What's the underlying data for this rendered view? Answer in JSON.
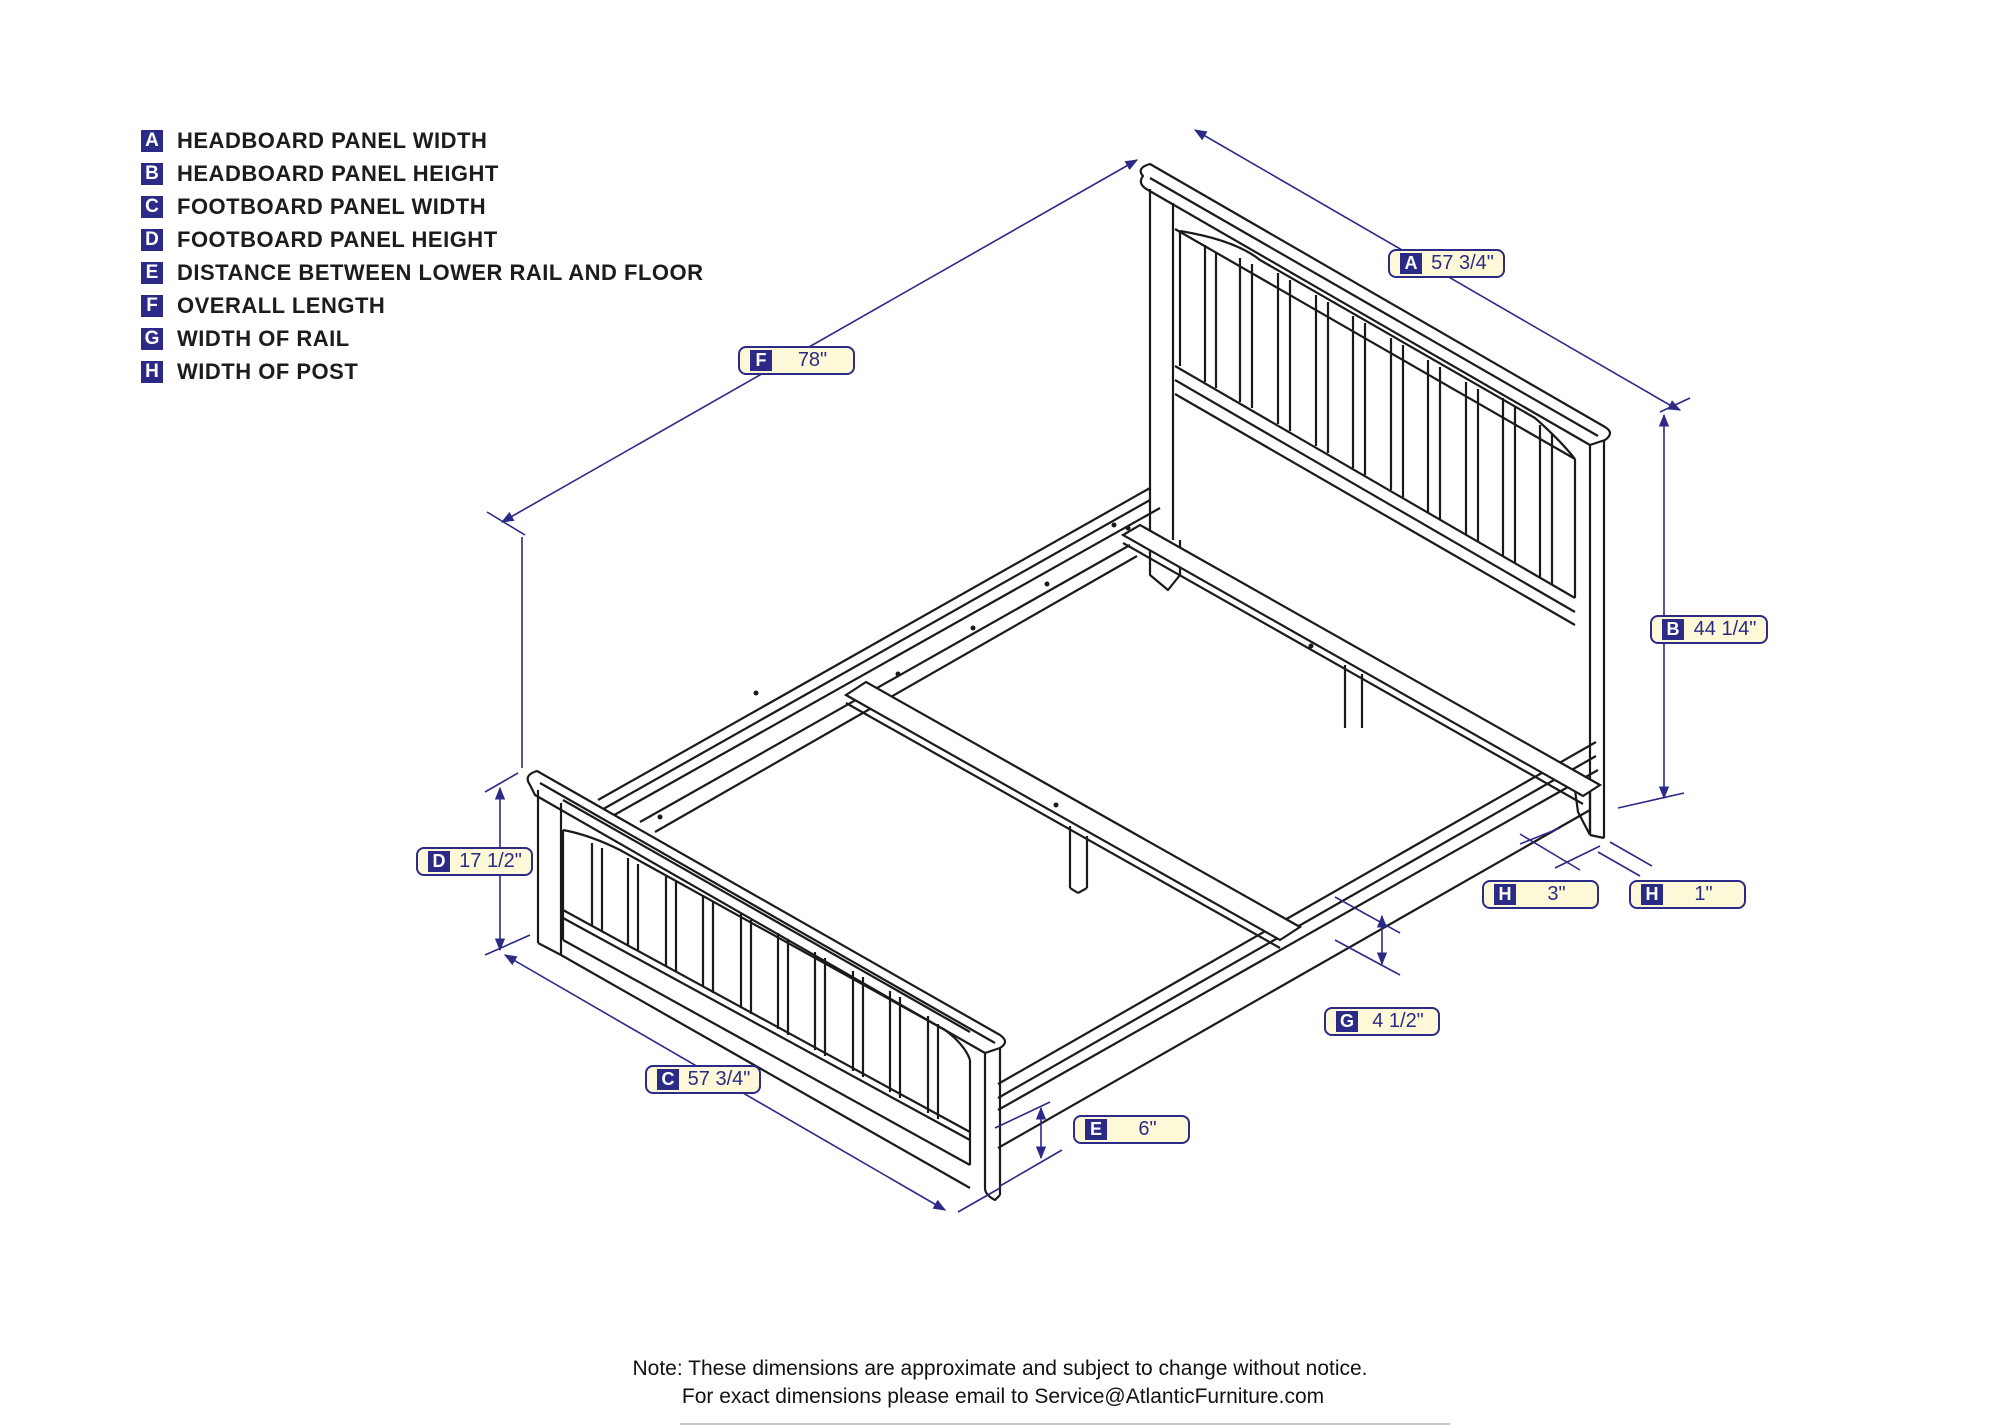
{
  "legend": {
    "items": [
      {
        "key": "A",
        "label": "HEADBOARD PANEL WIDTH"
      },
      {
        "key": "B",
        "label": "HEADBOARD PANEL HEIGHT"
      },
      {
        "key": "C",
        "label": "FOOTBOARD PANEL WIDTH"
      },
      {
        "key": "D",
        "label": "FOOTBOARD PANEL HEIGHT"
      },
      {
        "key": "E",
        "label": "DISTANCE BETWEEN LOWER RAIL AND FLOOR"
      },
      {
        "key": "F",
        "label": "OVERALL LENGTH"
      },
      {
        "key": "G",
        "label": "WIDTH OF RAIL"
      },
      {
        "key": "H",
        "label": "WIDTH OF POST"
      }
    ]
  },
  "dimensions": {
    "A": {
      "key": "A",
      "value": "57 3/4\""
    },
    "B": {
      "key": "B",
      "value": "44 1/4\""
    },
    "C": {
      "key": "C",
      "value": "57 3/4\""
    },
    "D": {
      "key": "D",
      "value": "17 1/2\""
    },
    "E": {
      "key": "E",
      "value": "6\""
    },
    "F": {
      "key": "F",
      "value": "78\""
    },
    "G": {
      "key": "G",
      "value": "4 1/2\""
    },
    "H_front": {
      "key": "H",
      "value": "3\""
    },
    "H_side": {
      "key": "H",
      "value": "1\""
    }
  },
  "colors": {
    "dimension_blue": "#2b2a86",
    "callout_fill": "#fdf8d7",
    "line_black": "#1a1a1a"
  },
  "note": {
    "line1": "Note:  These dimensions are approximate and subject to change without notice.",
    "line2": "For exact dimensions please email to Service@AtlanticFurniture.com"
  }
}
